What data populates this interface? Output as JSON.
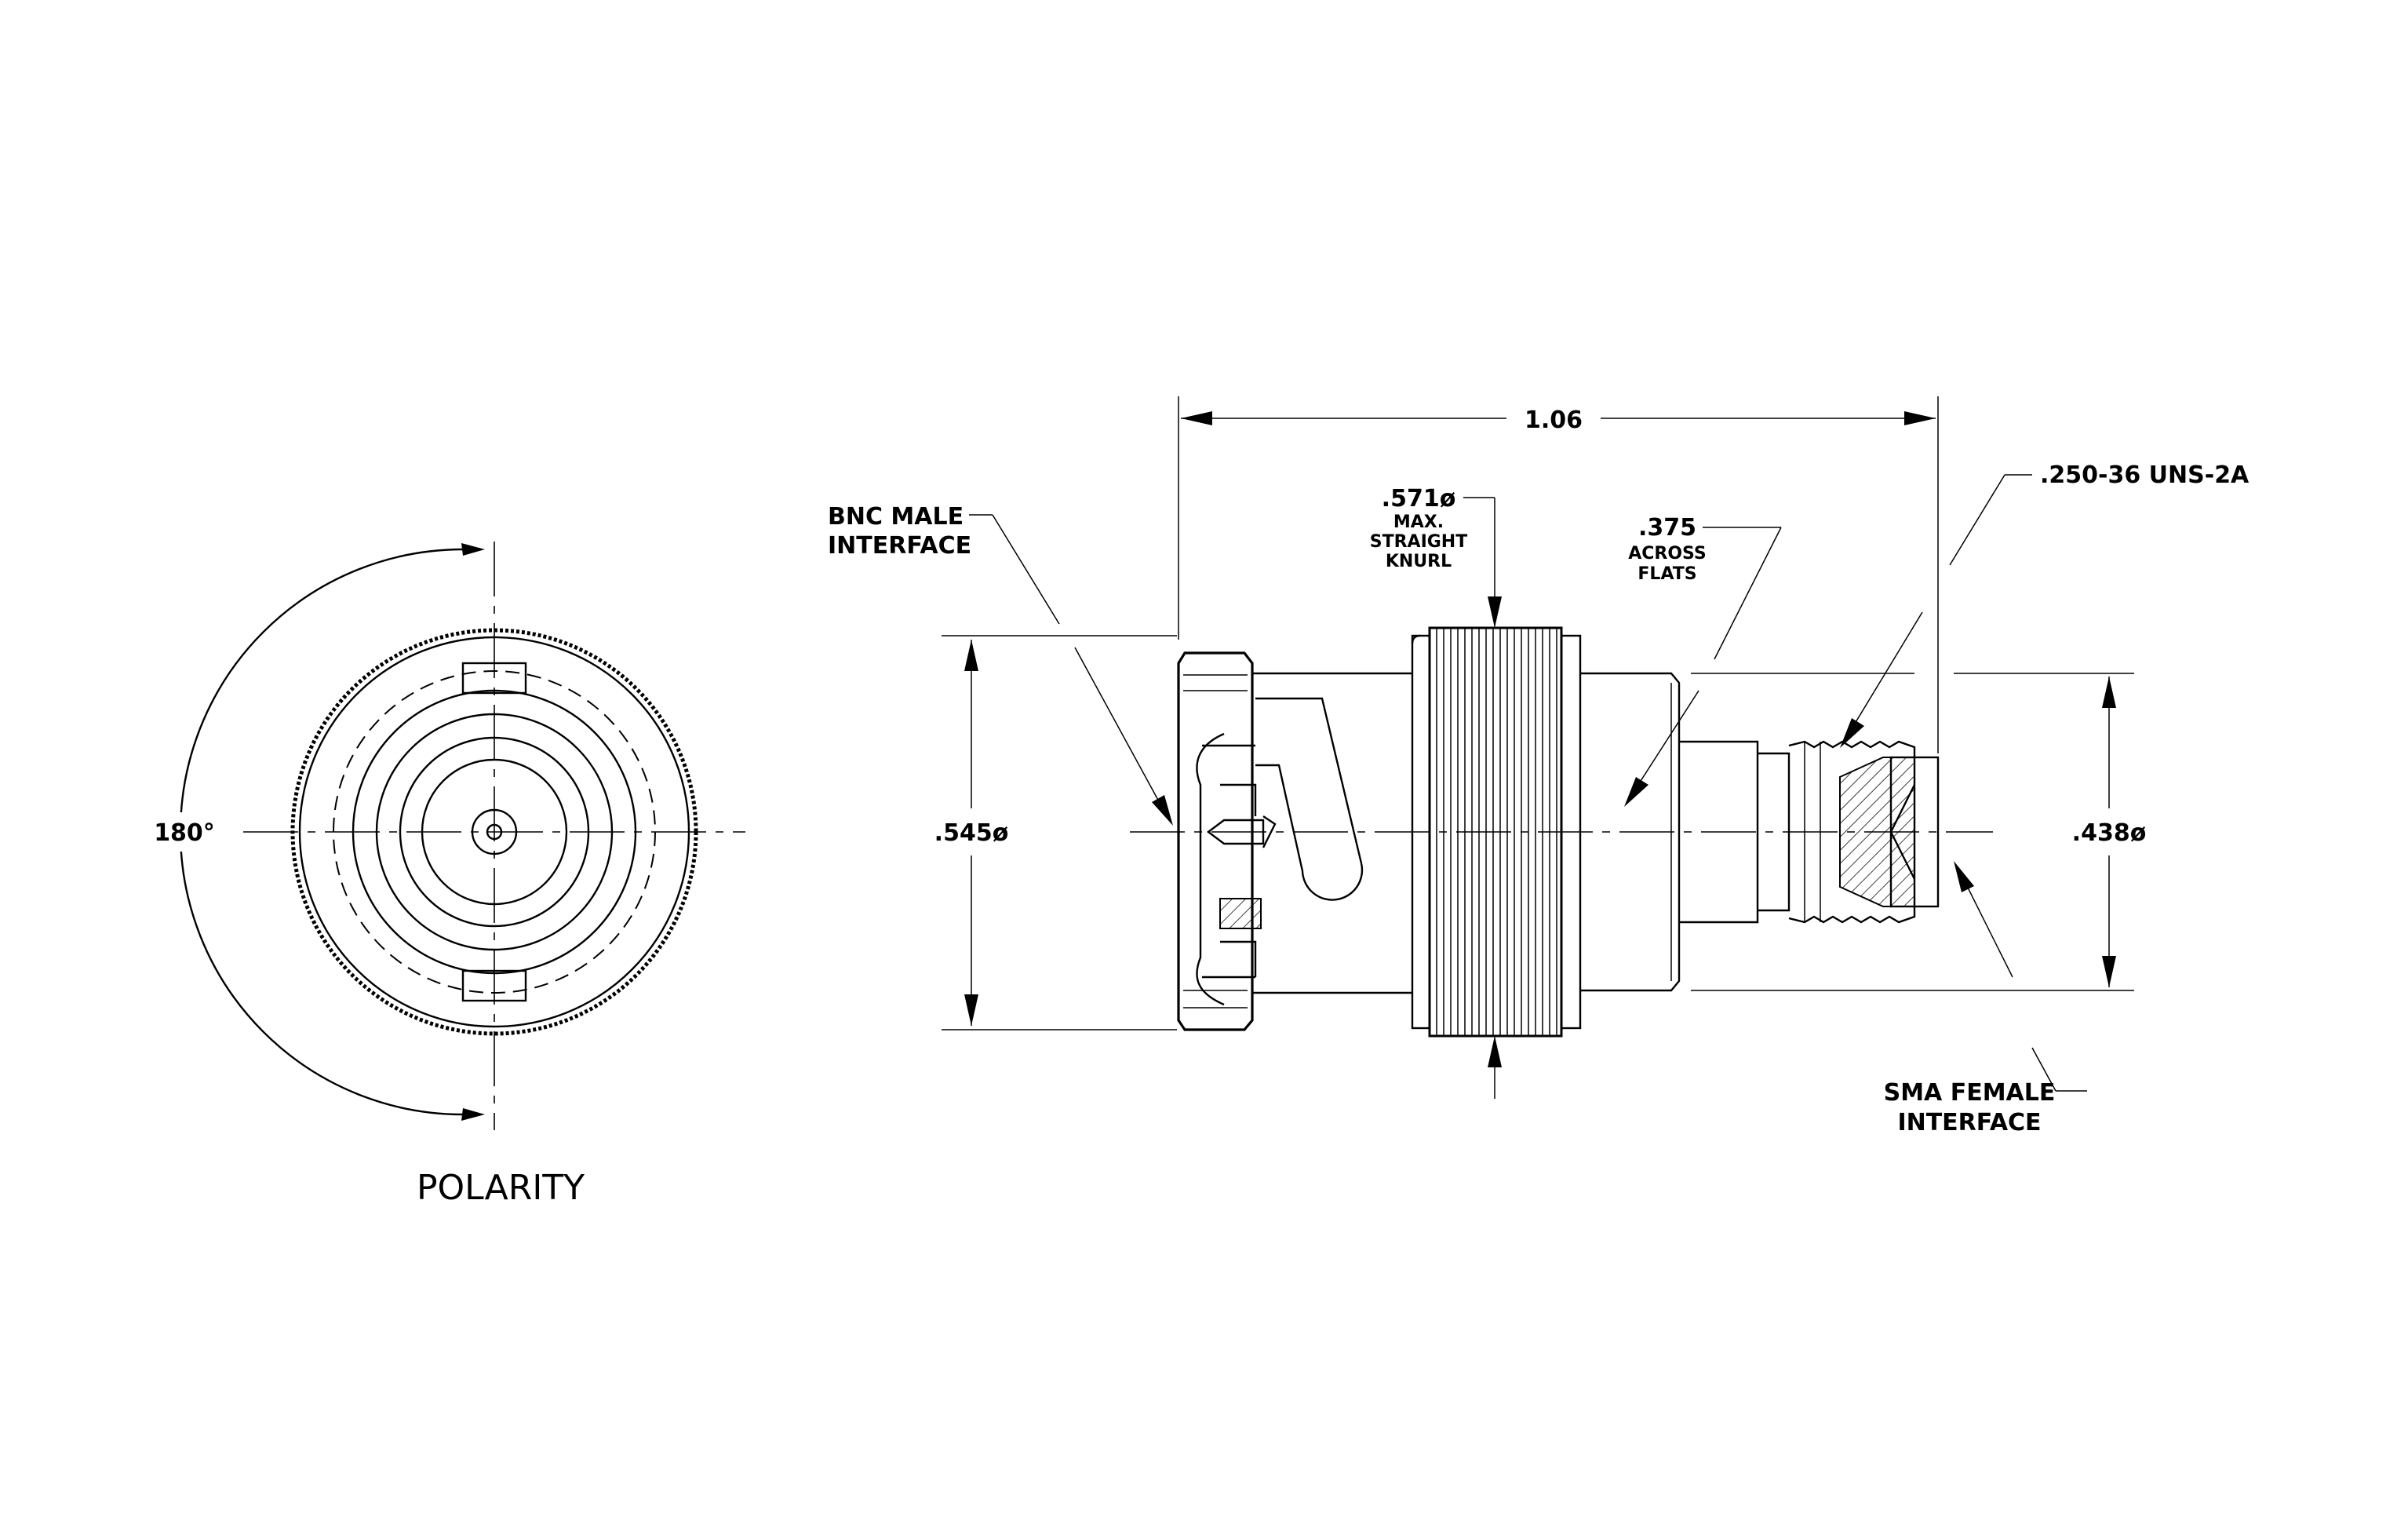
{
  "labels": {
    "polarity": "POLARITY",
    "polarity_angle": "180°",
    "overall_length": "1.06",
    "bnc_interface_line1": "BNC MALE",
    "bnc_interface_line2": "INTERFACE",
    "knurl_dia": ".571ø",
    "knurl_note1": "MAX.",
    "knurl_note2": "STRAIGHT",
    "knurl_note3": "KNURL",
    "flats_dim": ".375",
    "flats_note1": "ACROSS",
    "flats_note2": "FLATS",
    "thread": ".250-36 UNS-2A",
    "bnc_dia": ".545ø",
    "sma_dia": ".438ø",
    "sma_interface_line1": "SMA FEMALE",
    "sma_interface_line2": "INTERFACE"
  }
}
